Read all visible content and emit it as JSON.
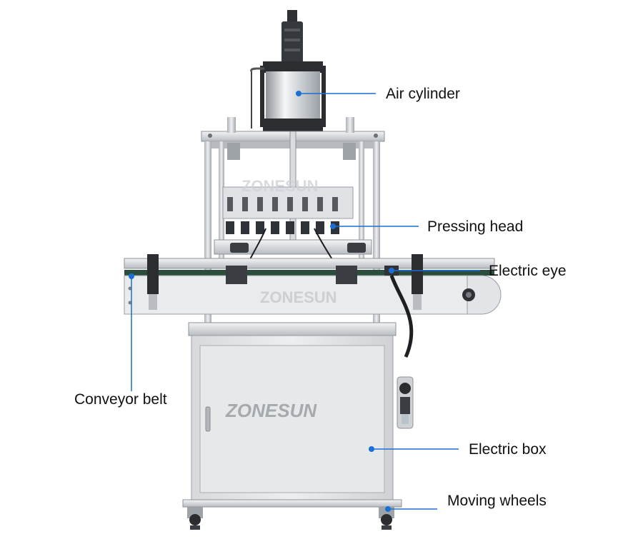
{
  "brand": {
    "watermark": "ZONESUN"
  },
  "callouts": [
    {
      "id": "air-cylinder",
      "label": "Air cylinder"
    },
    {
      "id": "pressing-head",
      "label": "Pressing head"
    },
    {
      "id": "electric-eye",
      "label": "Electric eye"
    },
    {
      "id": "conveyor-belt",
      "label": "Conveyor belt"
    },
    {
      "id": "electric-box",
      "label": "Electric box"
    },
    {
      "id": "moving-wheels",
      "label": "Moving wheels"
    }
  ],
  "colors": {
    "callout": "#1a6fd4",
    "steel": "#c9ccd0",
    "dark": "#2b2d31",
    "text": "#111111"
  }
}
